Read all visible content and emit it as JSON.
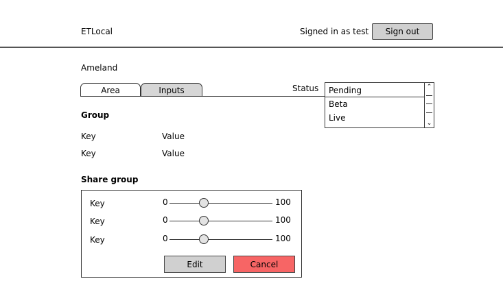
{
  "header": {
    "app_title": "ETLocal",
    "signed_in_text": "Signed in as test",
    "sign_out_label": "Sign out"
  },
  "area_name": "Ameland",
  "tabs": [
    {
      "label": "Area",
      "active": false
    },
    {
      "label": "Inputs",
      "active": true
    }
  ],
  "status": {
    "label": "Status",
    "options": [
      "Pending",
      "Beta",
      "Live"
    ],
    "selected": "Pending"
  },
  "group": {
    "title": "Group",
    "rows": [
      {
        "key": "Key",
        "value": "Value"
      },
      {
        "key": "Key",
        "value": "Value"
      }
    ]
  },
  "share_group": {
    "title": "Share group",
    "sliders": [
      {
        "key": "Key",
        "min": "0",
        "max": "100",
        "level": 33
      },
      {
        "key": "Key",
        "min": "0",
        "max": "100",
        "level": 33
      },
      {
        "key": "Key",
        "min": "0",
        "max": "100",
        "level": 33
      }
    ],
    "edit_label": "Edit",
    "cancel_label": "Cancel"
  },
  "colors": {
    "button_gray": "#d0d0d0",
    "cancel_red": "#f76565",
    "active_tab": "#d6d6d6"
  },
  "icons": {
    "scroll_up": "chevron-up-icon",
    "scroll_down": "chevron-down-icon"
  }
}
